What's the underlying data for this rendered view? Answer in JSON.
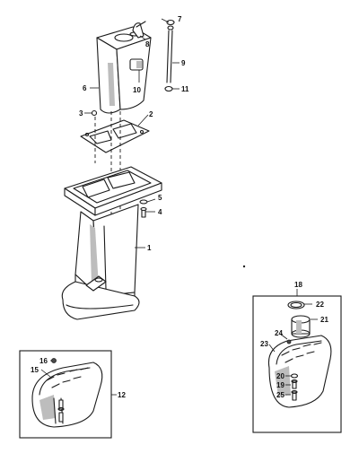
{
  "callouts": {
    "c1": "1",
    "c2": "2",
    "c3": "3",
    "c4": "4",
    "c5": "5",
    "c6": "6",
    "c7": "7",
    "c8": "8",
    "c9": "9",
    "c10": "10",
    "c11": "11",
    "c12": "12",
    "c15": "15",
    "c16": "16",
    "c18": "18",
    "c19": "19",
    "c20": "20",
    "c21": "21",
    "c22": "22",
    "c23": "23",
    "c24": "24",
    "c25": "25"
  },
  "colors": {
    "line": "#1a1a1a",
    "shade": "#bdbdbd",
    "background": "#ffffff"
  }
}
